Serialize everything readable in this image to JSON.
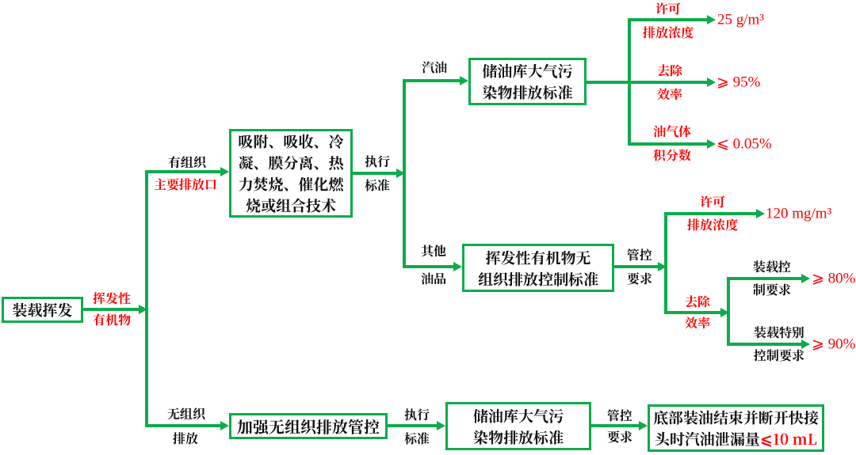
{
  "colors": {
    "green": "#0DAB4C",
    "red": "#FF0000",
    "text": "#111111"
  },
  "nodes": {
    "source": {
      "label": "装载挥发"
    },
    "treatment": {
      "lines": [
        "吸附、吸收、冷",
        "凝、膜分离、热",
        "力焚烧、催化燃",
        "烧或组合技术"
      ]
    },
    "standard_gasoline": {
      "lines": [
        "储油库大气污",
        "染物排放标准"
      ]
    },
    "standard_fugitive": {
      "lines": [
        "挥发性有机物无",
        "组织排放控制标准"
      ]
    },
    "strengthen": {
      "label": "加强无组织排放管控"
    },
    "standard_bottom": {
      "lines": [
        "储油库大气污",
        "染物排放标准"
      ]
    },
    "leak": {
      "line1": "底部装油结束并断开快接",
      "line2_black": "头时汽油泄漏量",
      "line2_red": "⩽10 mL"
    }
  },
  "edges": {
    "voc": {
      "above": "挥发性",
      "below": "有机物"
    },
    "organized": {
      "above": "有组织",
      "below": "主要排放口"
    },
    "unorganized": {
      "above": "无组织",
      "below": "排放"
    },
    "execute_top": {
      "above": "执行",
      "below": "标准"
    },
    "gasoline": {
      "above": "汽油"
    },
    "other_oil": {
      "above": "其他",
      "below": "油品"
    },
    "permit_top": {
      "above": "许可",
      "below": "排放浓度"
    },
    "removal_top": {
      "above": "去除",
      "below": "效率"
    },
    "vapor_fraction": {
      "above": "油气体",
      "below": "积分数"
    },
    "control_mid": {
      "above": "管控",
      "below": "要求"
    },
    "permit_mid": {
      "above": "许可",
      "below": "排放浓度"
    },
    "removal_mid": {
      "above": "去除",
      "below": "效率"
    },
    "loading_ctrl": {
      "above": "装载控",
      "below": "制要求"
    },
    "loading_special": {
      "above": "装载特别",
      "below": "控制要求"
    },
    "execute_bottom": {
      "above": "执行",
      "below": "标准"
    },
    "control_bottom": {
      "above": "管控",
      "below": "要求"
    }
  },
  "outcomes": {
    "permit_concentration_top": "25 g/m³",
    "removal_efficiency_top": "⩾ 95%",
    "vapor_volume_fraction": "⩽ 0.05%",
    "permit_concentration_mid": "120 mg/m³",
    "loading_ctrl_value": "⩾ 80%",
    "loading_special_value": "⩾ 90%"
  }
}
